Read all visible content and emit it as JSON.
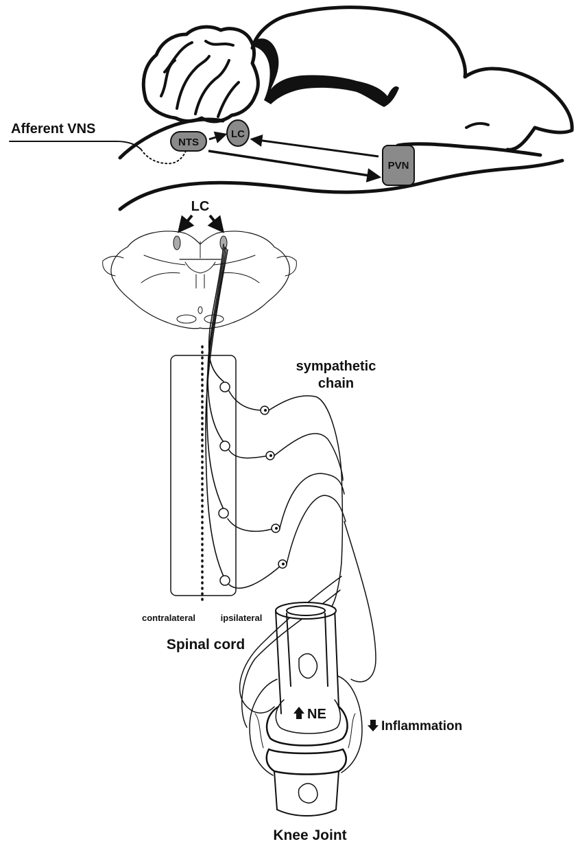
{
  "labels": {
    "afferent_vns": "Afferent VNS",
    "nts": "NTS",
    "lc_brain": "LC",
    "pvn": "PVN",
    "lc_section": "LC",
    "sympathetic_chain_1": "sympathetic",
    "sympathetic_chain_2": "chain",
    "contralateral": "contralateral",
    "ipsilateral": "ipsilateral",
    "spinal_cord": "Spinal cord",
    "ne": "NE",
    "inflammation": "Inflammation",
    "knee_joint": "Knee Joint"
  },
  "colors": {
    "ink": "#111111",
    "node_fill": "#8a8a8a",
    "background": "#ffffff"
  }
}
